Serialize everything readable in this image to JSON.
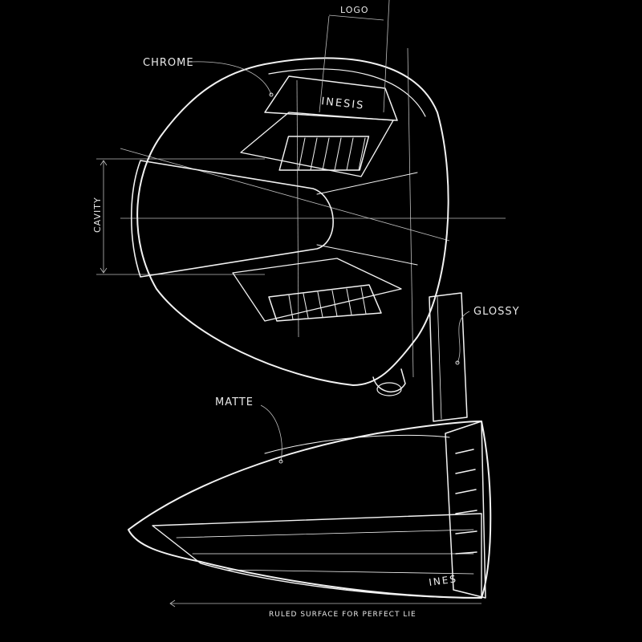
{
  "annotations": {
    "logo": "LOGO",
    "chrome": "CHROME",
    "cavity": "CAVITY",
    "glossy": "GLOSSY",
    "matte": "MATTE",
    "ruled_surface": "RULED SURFACE FOR PERFECT LIE"
  },
  "branding": {
    "top_logo": "INESIS",
    "bottom_logo": "INES"
  },
  "colors": {
    "background": "#000000",
    "line": "#f2f2f2",
    "body": "#2a2a2a"
  }
}
